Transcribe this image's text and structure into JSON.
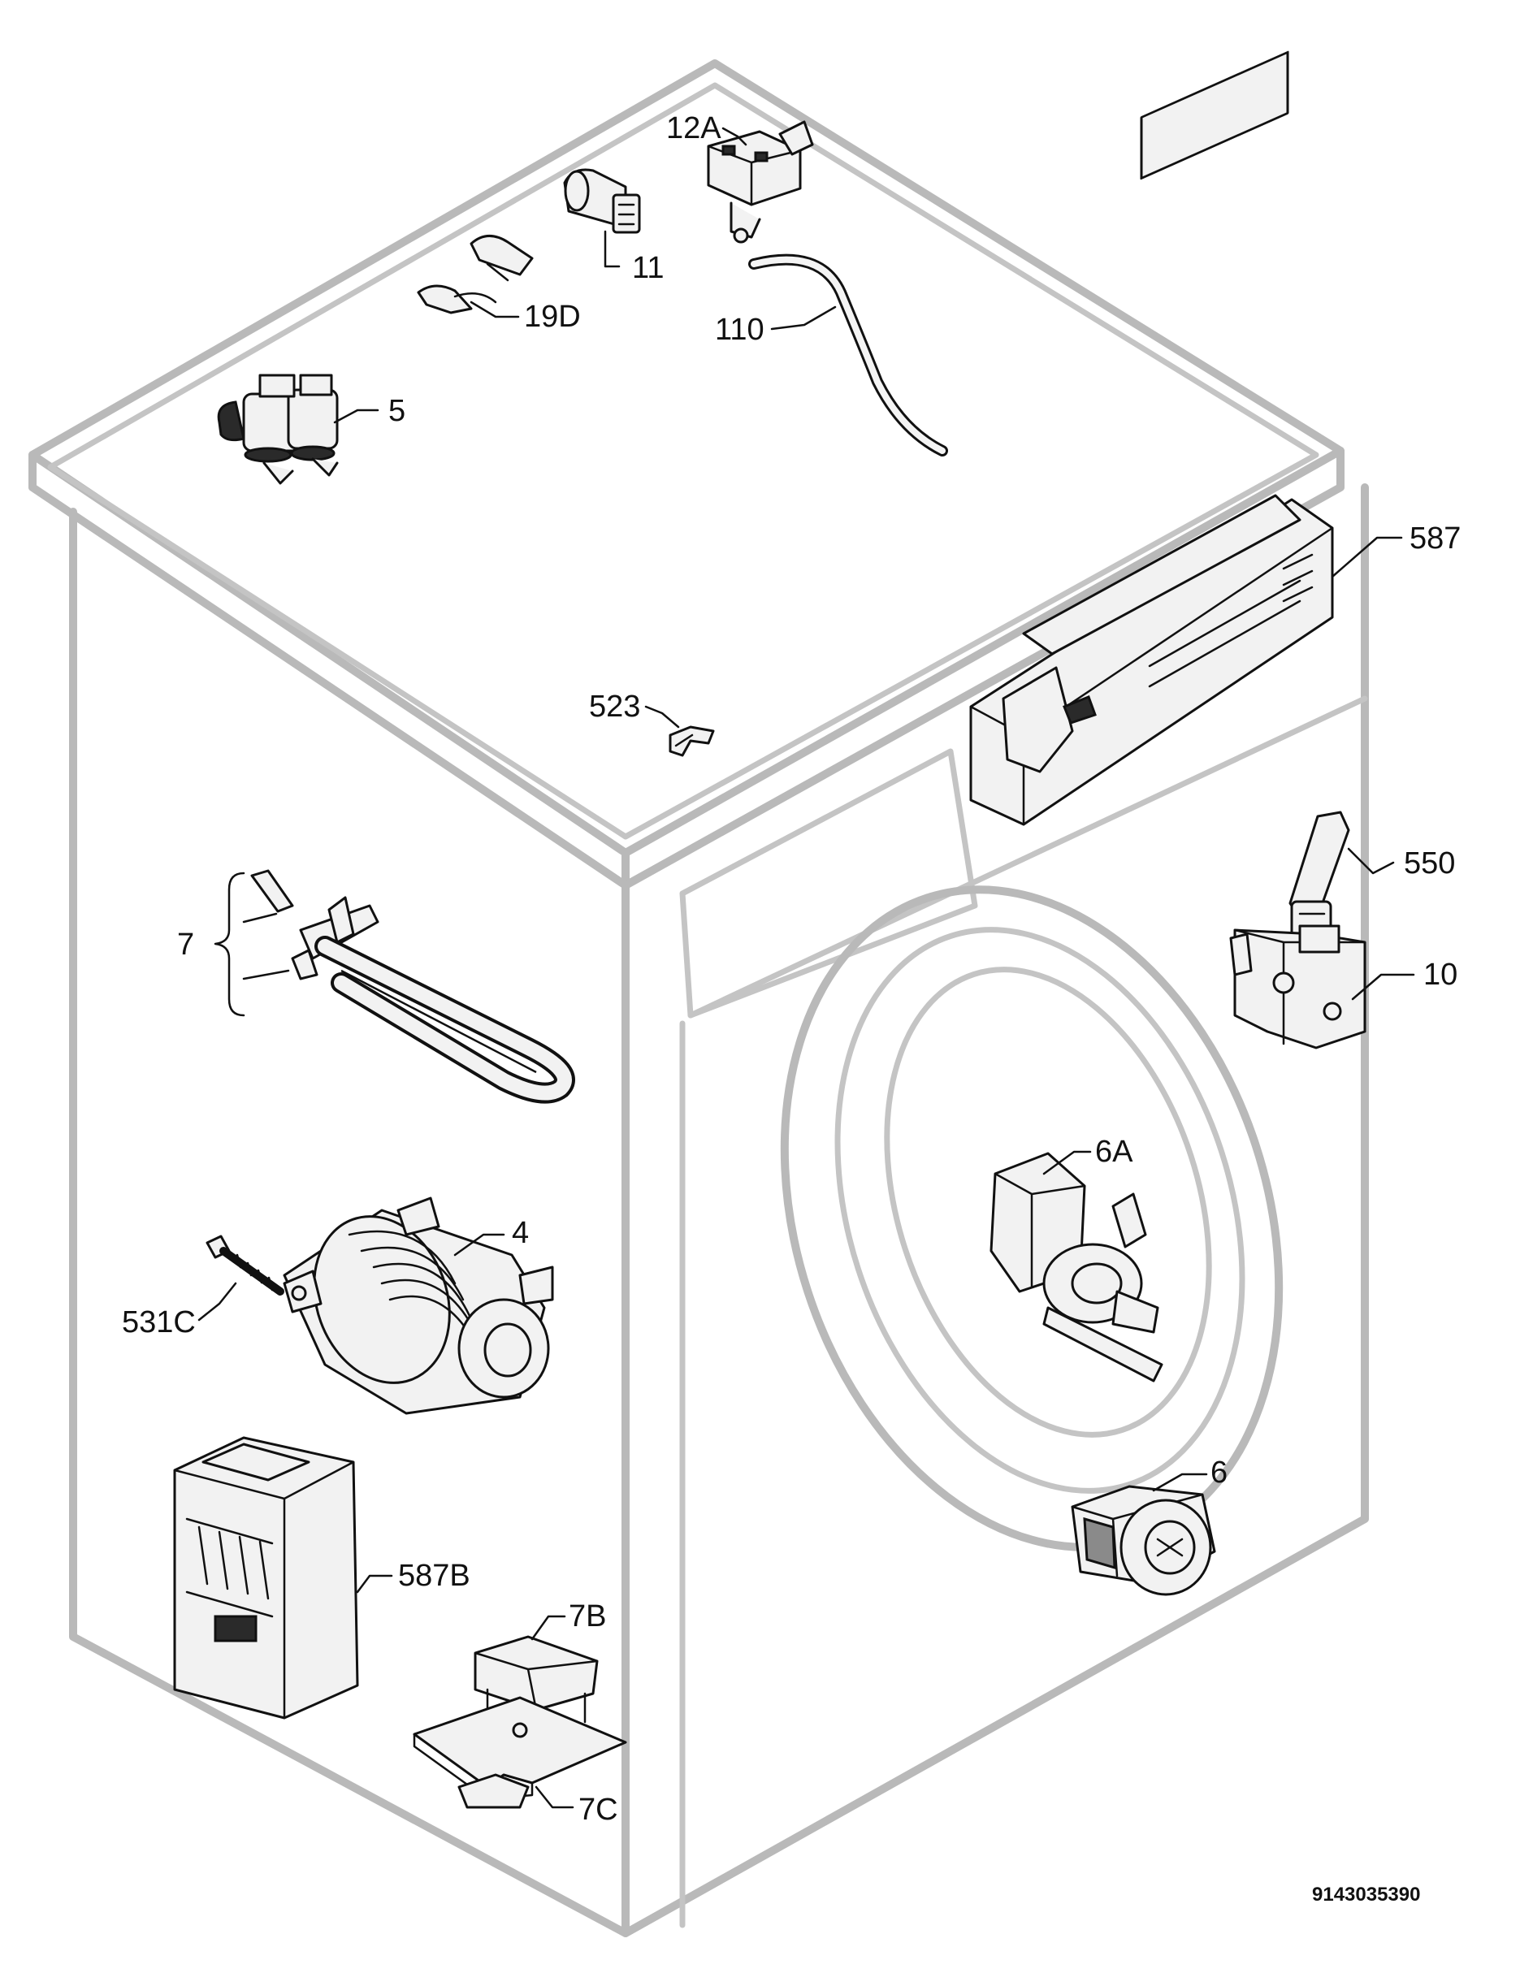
{
  "diagram": {
    "document_number": "9143035390",
    "callouts": [
      {
        "id": "c-12a",
        "label": "12A"
      },
      {
        "id": "c-11",
        "label": "11"
      },
      {
        "id": "c-19d",
        "label": "19D"
      },
      {
        "id": "c-110",
        "label": "110"
      },
      {
        "id": "c-5",
        "label": "5"
      },
      {
        "id": "c-587",
        "label": "587"
      },
      {
        "id": "c-523",
        "label": "523"
      },
      {
        "id": "c-550",
        "label": "550"
      },
      {
        "id": "c-10",
        "label": "10"
      },
      {
        "id": "c-7",
        "label": "7"
      },
      {
        "id": "c-6a",
        "label": "6A"
      },
      {
        "id": "c-4",
        "label": "4"
      },
      {
        "id": "c-531c",
        "label": "531C"
      },
      {
        "id": "c-6",
        "label": "6"
      },
      {
        "id": "c-587b",
        "label": "587B"
      },
      {
        "id": "c-7b",
        "label": "7B"
      },
      {
        "id": "c-7c",
        "label": "7C"
      }
    ]
  }
}
